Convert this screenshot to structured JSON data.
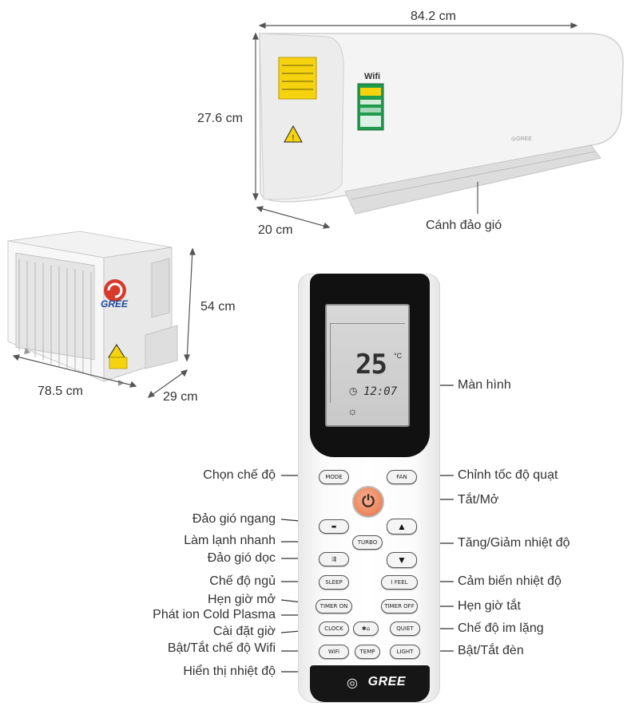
{
  "dimensions": {
    "indoor_width": "84.2 cm",
    "indoor_height": "27.6 cm",
    "indoor_depth": "20 cm",
    "outdoor_height": "54 cm",
    "outdoor_width": "78.5 cm",
    "outdoor_depth": "29 cm"
  },
  "indoor_unit": {
    "wifi_label": "Wifi",
    "vane_label": "Cánh đảo gió"
  },
  "outdoor_unit": {
    "brand": "GREE"
  },
  "remote": {
    "brand": "GREE",
    "lcd_temp": "25",
    "lcd_temp_unit": "°C",
    "lcd_clock": "12:07",
    "buttons": {
      "mode": "MODE",
      "fan": "FAN",
      "power": "⏻",
      "turbo": "TURBO",
      "sleep": "SLEEP",
      "ifeel": "I FEEL",
      "timer_on": "TIMER ON",
      "timer_off": "TIMER OFF",
      "clock": "CLOCK",
      "quiet": "QUIET",
      "wifi": "WiFi",
      "temp": "TEMP",
      "light": "LIGHT",
      "up": "▲",
      "down": "▼"
    }
  },
  "callouts": {
    "display": "Màn hình",
    "mode_select": "Chọn chế độ",
    "fan_speed": "Chỉnh tốc độ quạt",
    "on_off": "Tắt/Mở",
    "horizontal_swing": "Đảo gió ngang",
    "turbo_cool": "Làm lạnh nhanh",
    "temp_up_down": "Tăng/Giảm nhiệt độ",
    "vertical_swing": "Đảo gió dọc",
    "sleep_mode": "Chế độ ngủ",
    "temp_sensor": "Cảm biến nhiệt độ",
    "timer_on": "Hẹn giờ mở",
    "timer_off": "Hẹn giờ tắt",
    "cold_plasma": "Phát ion Cold Plasma",
    "set_clock": "Cài đặt giờ",
    "quiet_mode": "Chế độ im lặng",
    "wifi_toggle": "Bật/Tắt chế độ Wifi",
    "light_toggle": "Bật/Tắt đèn",
    "temp_display": "Hiển thị nhiệt độ"
  }
}
